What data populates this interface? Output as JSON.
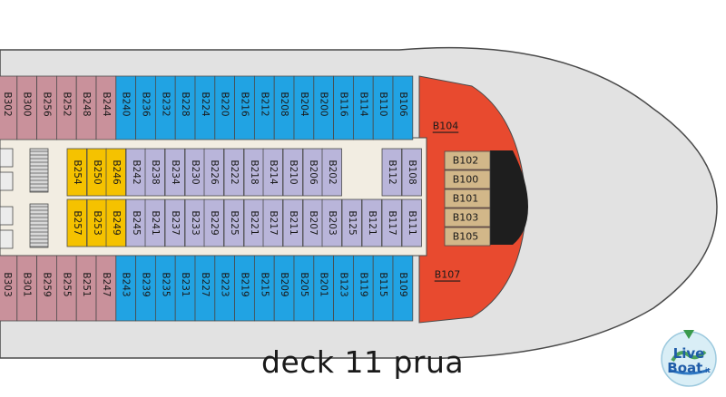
{
  "caption": "deck 11 prua",
  "logo": {
    "line1": "Live",
    "line2": "Boat",
    "suffix": ".it"
  },
  "colors": {
    "hull": "#e2e2e2",
    "outline": "#4a4a4a",
    "corridor": "#f2ede2",
    "pink": "#c9919b",
    "blue": "#21a3e3",
    "lavender": "#b9b5da",
    "yellow": "#f5c200",
    "red": "#e84a2f",
    "tan": "#d2b789",
    "black": "#1e1e1e"
  },
  "cabins": {
    "outer_top": [
      "B302",
      "B300",
      "B256",
      "B252",
      "B248",
      "B244",
      "B240",
      "B236",
      "B232",
      "B228",
      "B224",
      "B220",
      "B216",
      "B212",
      "B208",
      "B204",
      "B200",
      "B116",
      "B114",
      "B110",
      "B106"
    ],
    "outer_bottom": [
      "B303",
      "B301",
      "B259",
      "B255",
      "B251",
      "B247",
      "B243",
      "B239",
      "B235",
      "B231",
      "B227",
      "B223",
      "B219",
      "B215",
      "B209",
      "B205",
      "B201",
      "B123",
      "B119",
      "B115",
      "B109"
    ],
    "inner_top": [
      "B254",
      "B250",
      "B246",
      "B242",
      "B238",
      "B234",
      "B230",
      "B226",
      "B222",
      "B218",
      "B214",
      "B210",
      "B206",
      "B202",
      "B112",
      "B108"
    ],
    "inner_bottom": [
      "B257",
      "B253",
      "B249",
      "B245",
      "B241",
      "B237",
      "B233",
      "B229",
      "B225",
      "B221",
      "B217",
      "B211",
      "B207",
      "B203",
      "B125",
      "B121",
      "B117",
      "B111"
    ],
    "bow": [
      "B102",
      "B100",
      "B101",
      "B103",
      "B105"
    ],
    "bow_top": "B104",
    "bow_bottom": "B107"
  }
}
